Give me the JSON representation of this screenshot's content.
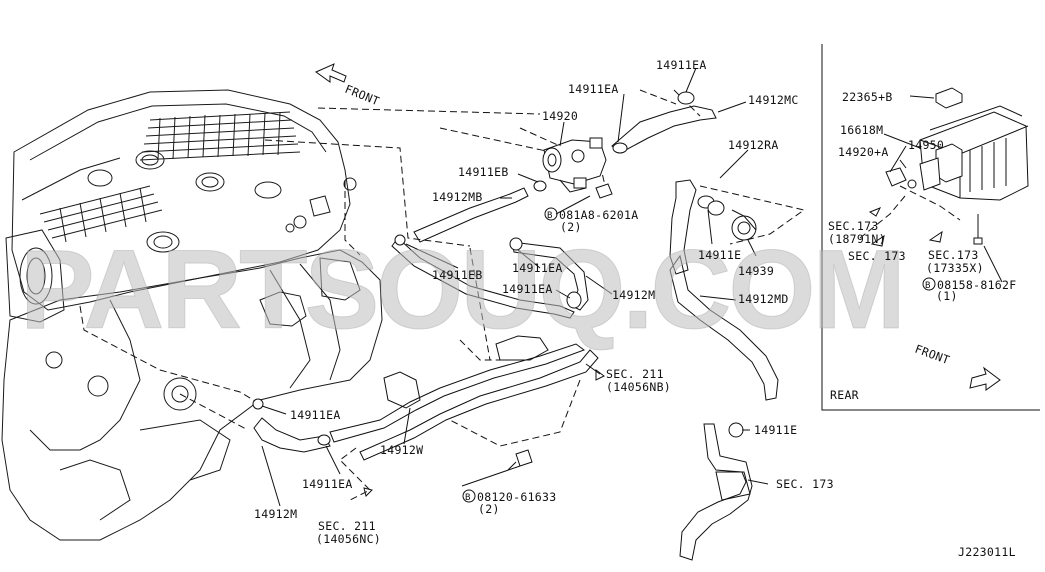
{
  "front_top": "FRONT",
  "front_inset": "FRONT",
  "rear": "REAR",
  "watermark": "PARTSOUQ.COM",
  "figure_id": "J223011L",
  "labels": {
    "p14911EA_top": "14911EA",
    "p14912MC": "14912MC",
    "p14911EA_2": "14911EA",
    "p14920": "14920",
    "p14912RA": "14912RA",
    "p14911EB": "14911EB",
    "p14912MB": "14912MB",
    "bolt_6201A": "081A8-6201A",
    "bolt_6201A_qty": "(2)",
    "p14911E_mid": "14911E",
    "p14939": "14939",
    "p14911EB_2": "14911EB",
    "p14911EA_3": "14911EA",
    "p14911EA_4": "14911EA",
    "p14912M": "14912M",
    "p14912MD": "14912MD",
    "sec211_a": "SEC. 211",
    "sec211_a_ref": "(14056NB)",
    "p14911EA_5": "14911EA",
    "p14912W": "14912W",
    "p14911E_low": "14911E",
    "p14911EA_6": "14911EA",
    "sec173_low": "SEC. 173",
    "bolt_61633": "08120-61633",
    "bolt_61633_qty": "(2)",
    "p14912M_low": "14912M",
    "sec211_b": "SEC. 211",
    "sec211_b_ref": "(14056NC)",
    "p22365B": "22365+B",
    "p16618M": "16618M",
    "p14950": "14950",
    "p14920A": "14920+A",
    "sec173_18791": "SEC.173",
    "sec173_18791_ref": "(18791N)",
    "sec173_plain": "SEC. 173",
    "sec173_17335": "SEC.173",
    "sec173_17335_ref": "(17335X)",
    "bolt_8162F": "08158-8162F",
    "bolt_8162F_qty": "(1)"
  }
}
